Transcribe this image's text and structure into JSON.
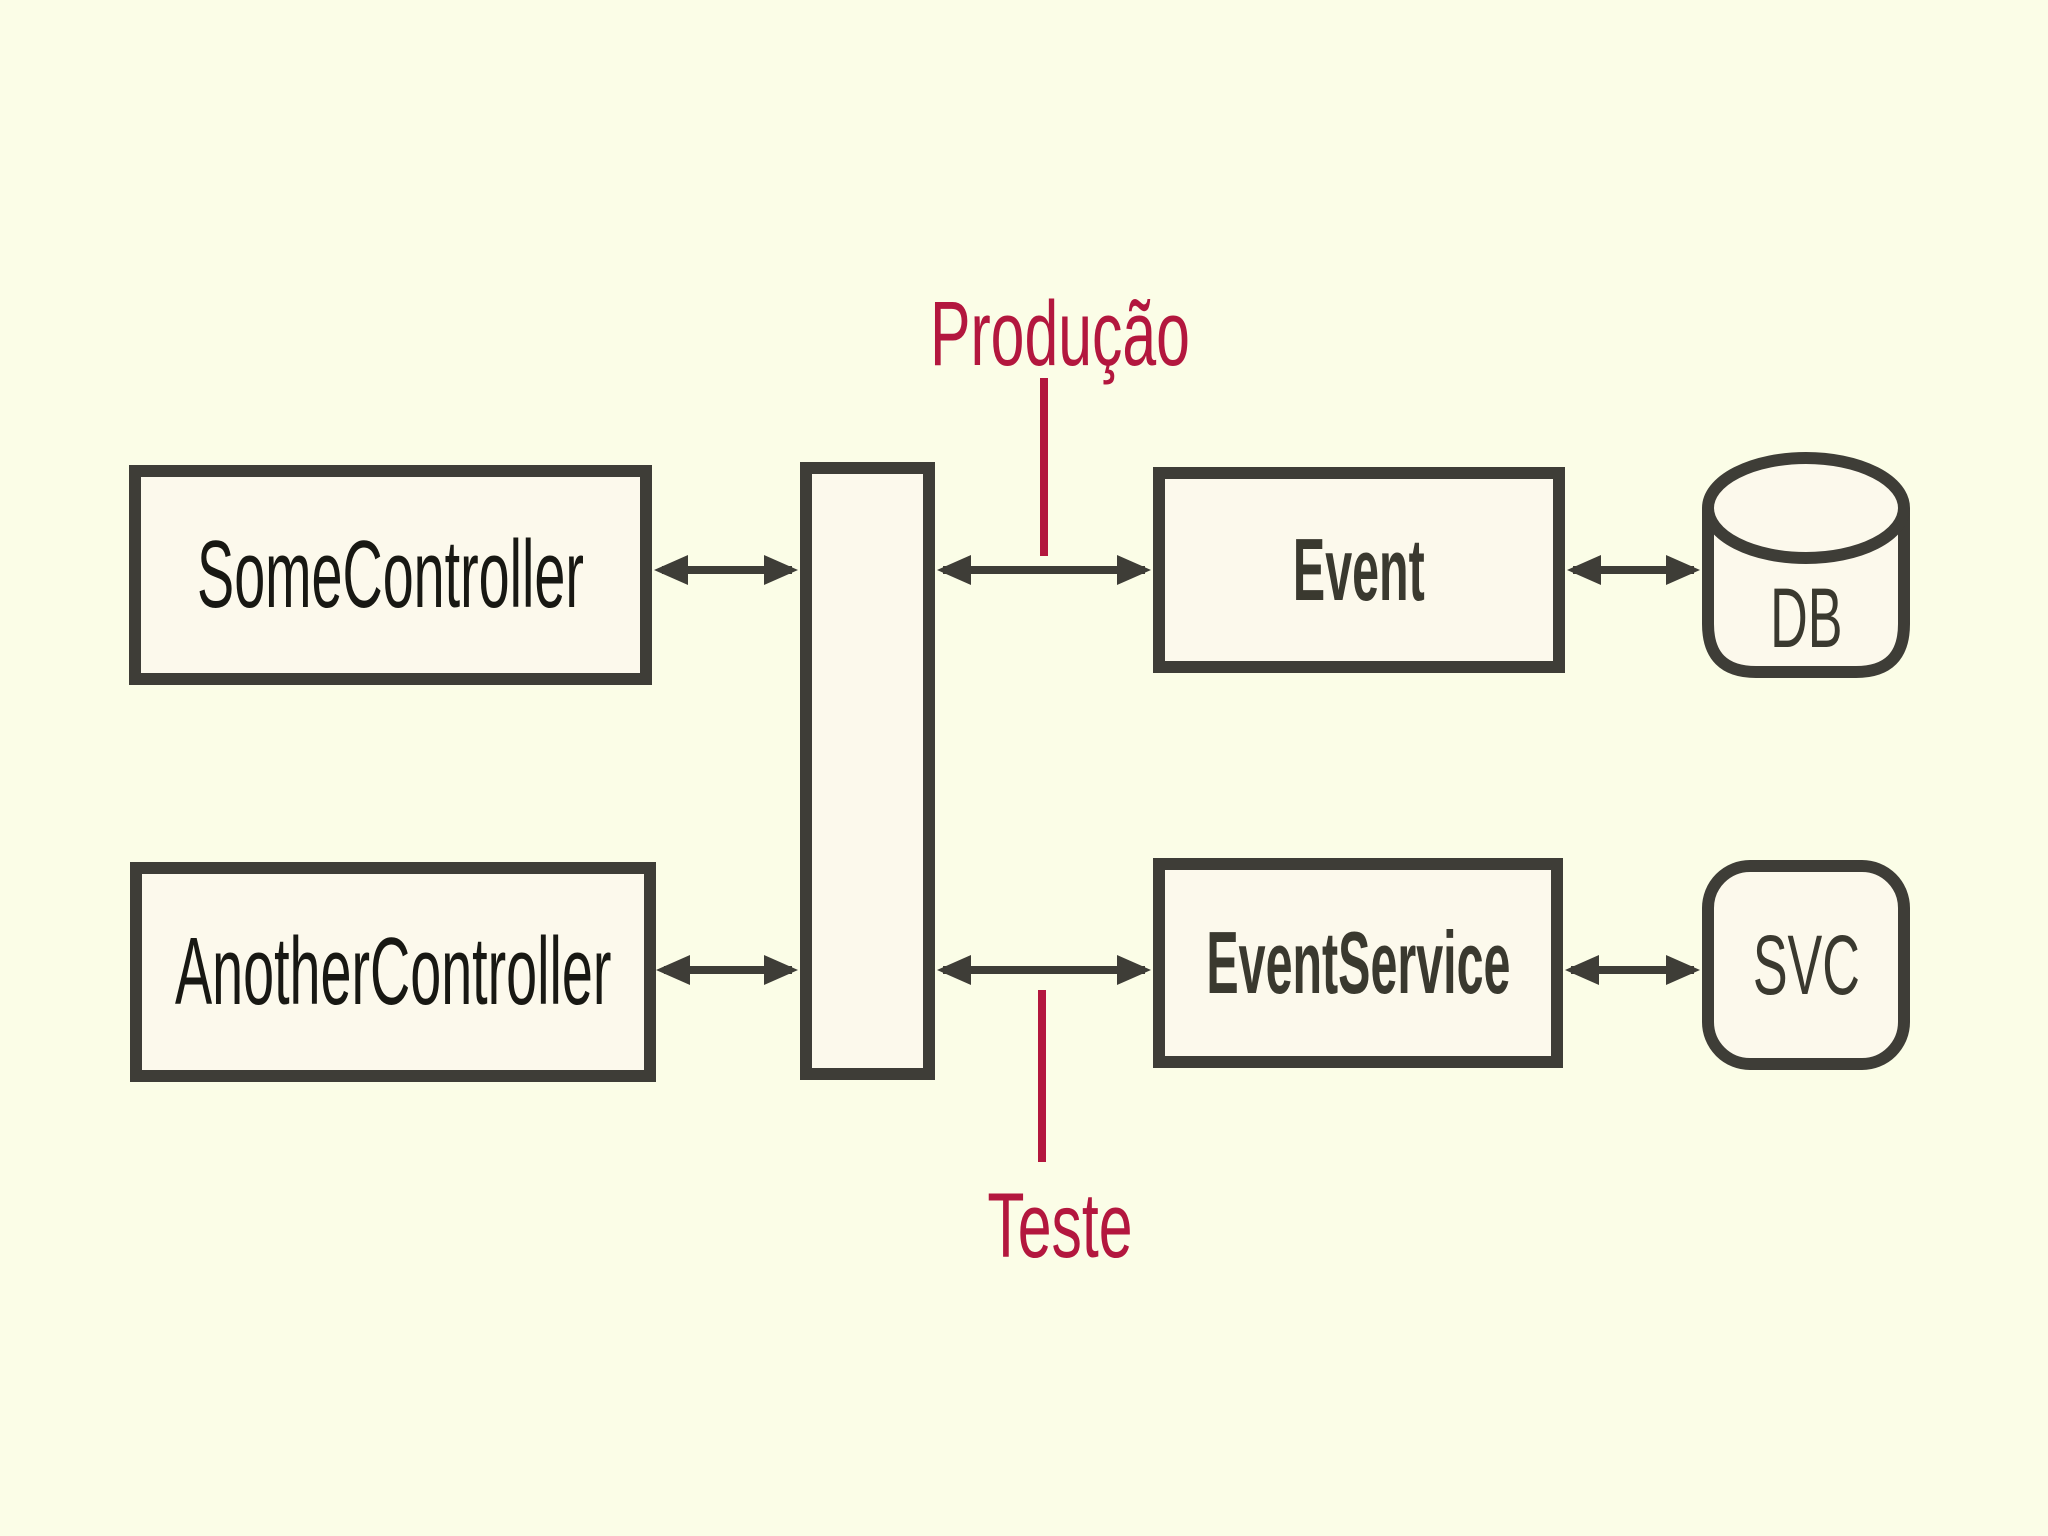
{
  "diagram": {
    "nodes": {
      "some_controller": {
        "label": "SomeController"
      },
      "another_controller": {
        "label": "AnotherController"
      },
      "event": {
        "label": "Event"
      },
      "event_service": {
        "label": "EventService"
      },
      "db": {
        "label": "DB"
      },
      "svc": {
        "label": "SVC"
      }
    },
    "annotations": {
      "producao": {
        "label": "Produção"
      },
      "teste": {
        "label": "Teste"
      }
    },
    "colors": {
      "background": "#fbfde7",
      "node_fill": "#fcf9ec",
      "stroke": "#3e3d37",
      "accent": "#b3173e",
      "text_primary": "#181813",
      "text_emphasis": "#3a392f"
    }
  }
}
